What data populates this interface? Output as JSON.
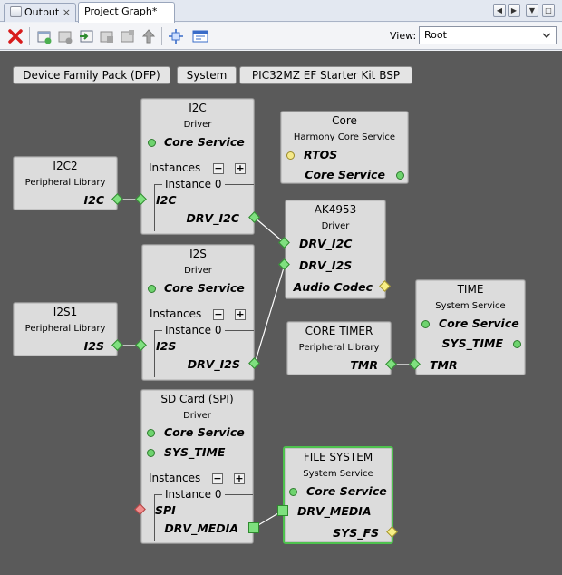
{
  "tabs": [
    {
      "label": "Output",
      "close": "×"
    },
    {
      "label": "Project Graph*"
    }
  ],
  "toolbar": {
    "view_label": "View:",
    "view_value": "Root"
  },
  "top_buttons": [
    "Device Family Pack (DFP)",
    "System",
    "PIC32MZ EF Starter Kit BSP"
  ],
  "components": {
    "i2c": {
      "title": "I2C",
      "subtitle": "Driver",
      "core_service": "Core Service",
      "instances": "Instances",
      "minus": "−",
      "plus": "+",
      "instance0": "Instance 0",
      "port_in": "I2C",
      "port_out": "DRV_I2C"
    },
    "i2c2": {
      "title": "I2C2",
      "subtitle": "Peripheral Library",
      "port": "I2C"
    },
    "core": {
      "title": "Core",
      "subtitle": "Harmony Core Service",
      "rtos": "RTOS",
      "core_service": "Core Service"
    },
    "ak4953": {
      "title": "AK4953",
      "subtitle": "Driver",
      "drv_i2c": "DRV_I2C",
      "drv_i2s": "DRV_I2S",
      "audio": "Audio Codec"
    },
    "i2s": {
      "title": "I2S",
      "subtitle": "Driver",
      "core_service": "Core Service",
      "instances": "Instances",
      "minus": "−",
      "plus": "+",
      "instance0": "Instance 0",
      "port_in": "I2S",
      "port_out": "DRV_I2S"
    },
    "i2s1": {
      "title": "I2S1",
      "subtitle": "Peripheral Library",
      "port": "I2S"
    },
    "time": {
      "title": "TIME",
      "subtitle": "System Service",
      "core_service": "Core Service",
      "sys_time": "SYS_TIME",
      "tmr": "TMR"
    },
    "core_timer": {
      "title": "CORE TIMER",
      "subtitle": "Peripheral Library",
      "tmr": "TMR"
    },
    "sdcard": {
      "title": "SD Card (SPI)",
      "subtitle": "Driver",
      "core_service": "Core Service",
      "sys_time": "SYS_TIME",
      "instances": "Instances",
      "minus": "−",
      "plus": "+",
      "instance0": "Instance 0",
      "spi": "SPI",
      "drv_media": "DRV_MEDIA"
    },
    "filesystem": {
      "title": "FILE SYSTEM",
      "subtitle": "System Service",
      "core_service": "Core Service",
      "drv_media": "DRV_MEDIA",
      "sys_fs": "SYS_FS"
    }
  },
  "icons": {
    "toolbar": [
      "delete-icon",
      "add-component-icon",
      "remove-component-icon",
      "import-icon",
      "export-icon",
      "group-icon",
      "move-up-icon",
      "auto-layout-icon",
      "properties-icon"
    ]
  },
  "colors": {
    "canvas": "#5a5a5a",
    "node": "#dcdcdc",
    "port_green": "#7fe07f",
    "port_yellow": "#f7ef86",
    "port_red": "#f08d8d",
    "selected": "#4ec24e"
  }
}
